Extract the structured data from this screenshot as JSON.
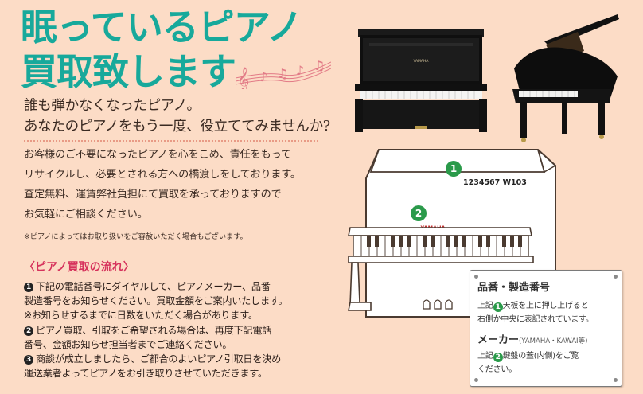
{
  "title": {
    "line1": "眠っているピアノ",
    "line2": "買取致します"
  },
  "subhead": {
    "line1": "誰も弾かなくなったピアノ。",
    "line2": "あなたのピアノをもう一度、役立ててみませんか?"
  },
  "body": {
    "line1": "お客様のご不要になったピアノを心をこめ、責任をもって",
    "line2": "リサイクルし、必要とされる方への橋渡しをしております。",
    "line3": "査定無料、運賃弊社負担にて買取を承っておりますので",
    "line4": "お気軽にご相談ください。"
  },
  "note_small": "※ピアノによってはお取り扱いをご容赦いただく場合もございます。",
  "flow": {
    "title": "〈ピアノ買取の流れ〉",
    "step1_num": "1",
    "step1_line1": "下記の電話番号にダイヤルして、ピアノメーカー、品番",
    "step1_line2": "製造番号をお知らせください。買取金額をご案内いたします。",
    "step1_line3": "※お知らせするまでに日数をいただく場合があります。",
    "step2_num": "2",
    "step2_line1": "ピアノ買取、引取をご希望される場合は、再度下記電話",
    "step2_line2": "番号、金額お知らせ担当者までご連絡ください。",
    "step3_num": "3",
    "step3_line1": "商談が成立しましたら、ご都合のよいピアノ引取日を決め",
    "step3_line2": "運送業者よってピアノをお引き取りさせていただきます。"
  },
  "diagram": {
    "marker1": "1",
    "serial": "1234567 W103",
    "marker2": "2",
    "brand": "YAMAHA"
  },
  "photo_brand": "YAMAHA",
  "info_box": {
    "heading1": "品番・製造番号",
    "line1a_pre": "上記",
    "line1a_num": "1",
    "line1a_post": "天板を上に押し上げると",
    "line1b": "右側か中央に表記されています。",
    "heading2": "メーカー",
    "heading2_small": "(YAMAHA・KAWAI等)",
    "line2a_pre": "上記",
    "line2a_num": "2",
    "line2a_post": "鍵盤の蓋(内側)をご覧",
    "line2b": "ください。"
  },
  "colors": {
    "background": "#fcdcc6",
    "title": "#17a99b",
    "accent": "#d6325c",
    "marker": "#2a9a4a"
  }
}
